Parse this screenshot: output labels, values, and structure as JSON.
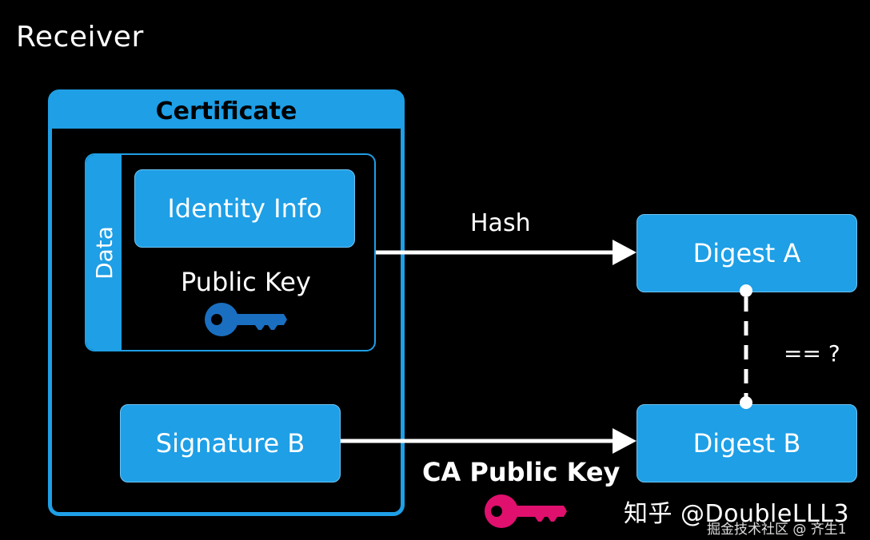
{
  "title": "Receiver",
  "certificate": {
    "header": "Certificate",
    "data_label": "Data",
    "identity_info": "Identity Info",
    "public_key": "Public Key",
    "signature": "Signature B"
  },
  "flow": {
    "hash_label": "Hash",
    "ca_public_key_label": "CA Public Key",
    "digest_a": "Digest A",
    "digest_b": "Digest B",
    "compare_label": "== ?"
  },
  "watermark": {
    "line1": "知乎 @DoubleLLL3",
    "line2": "掘金技术社区 @ 齐生1"
  },
  "colors": {
    "accent_blue": "#1e9fe6",
    "public_key_icon": "#1b6fc0",
    "ca_key_icon": "#e0106e",
    "background": "#000000",
    "text": "#ffffff"
  },
  "icons": {
    "public_key": "key-icon",
    "ca_public_key": "key-icon"
  }
}
